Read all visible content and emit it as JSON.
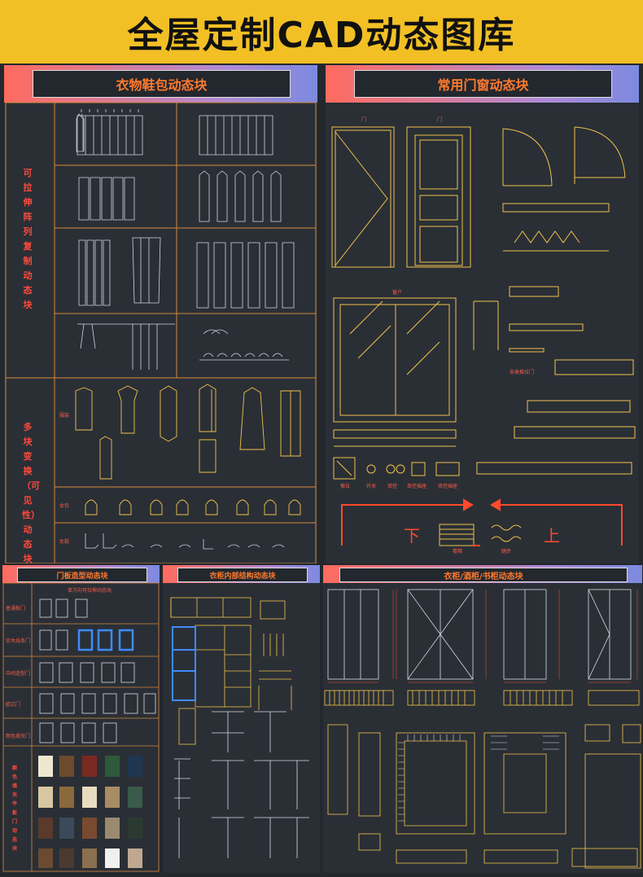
{
  "title": "全屋定制CAD动态图库",
  "p1": {
    "title": "衣物鞋包动态块",
    "label1": "可拉伸阵列复制动态块",
    "label2": "多块变换（可见性）动态块",
    "row_labels": [
      "服装",
      "女包",
      "女鞋"
    ]
  },
  "p2": {
    "title": "常用门窗动态块",
    "labels": [
      "门",
      "门",
      "窗户",
      "各类推拉门",
      "推拉",
      "开关",
      "双控",
      "单控插座",
      "双控插座",
      "楼梯",
      "踏步",
      "下",
      "上"
    ]
  },
  "p3": {
    "title": "门板造型动态块",
    "subtitle": "单方向可拉伸动态块",
    "labels": [
      "普通板门",
      "实木线条门",
      "中间造型门",
      "欧式门",
      "颜色填充门"
    ],
    "vertical": "颜色填充平板门动态块"
  },
  "p4": {
    "title": "衣柜内部结构动态块"
  },
  "p5": {
    "title": "衣柜/酒柜/书柜动态块"
  },
  "colors": {
    "accent": "#f2c025",
    "line": "#e8b940",
    "red": "#ff4a2d"
  }
}
